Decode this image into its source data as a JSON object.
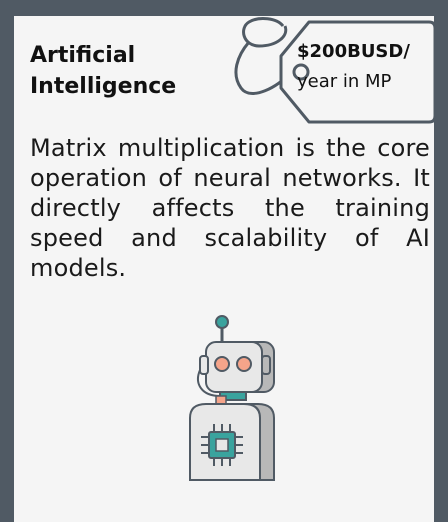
{
  "card": {
    "title": "Artificial Intelligence",
    "price": "$200BUSD/",
    "period": "year in MP",
    "description": "Matrix multiplication is the core operation of neural networks. It directly affects the training speed and scalability of AI models.",
    "illustration_icon": "robot-icon"
  },
  "colors": {
    "frame": "#505a64",
    "panel": "#f5f5f5",
    "tag_stroke": "#505a64",
    "robot_body": "#e8e8e8",
    "robot_shadow": "#b8b8b8",
    "robot_accent": "#f5a48a",
    "robot_teal": "#3aa39e"
  }
}
